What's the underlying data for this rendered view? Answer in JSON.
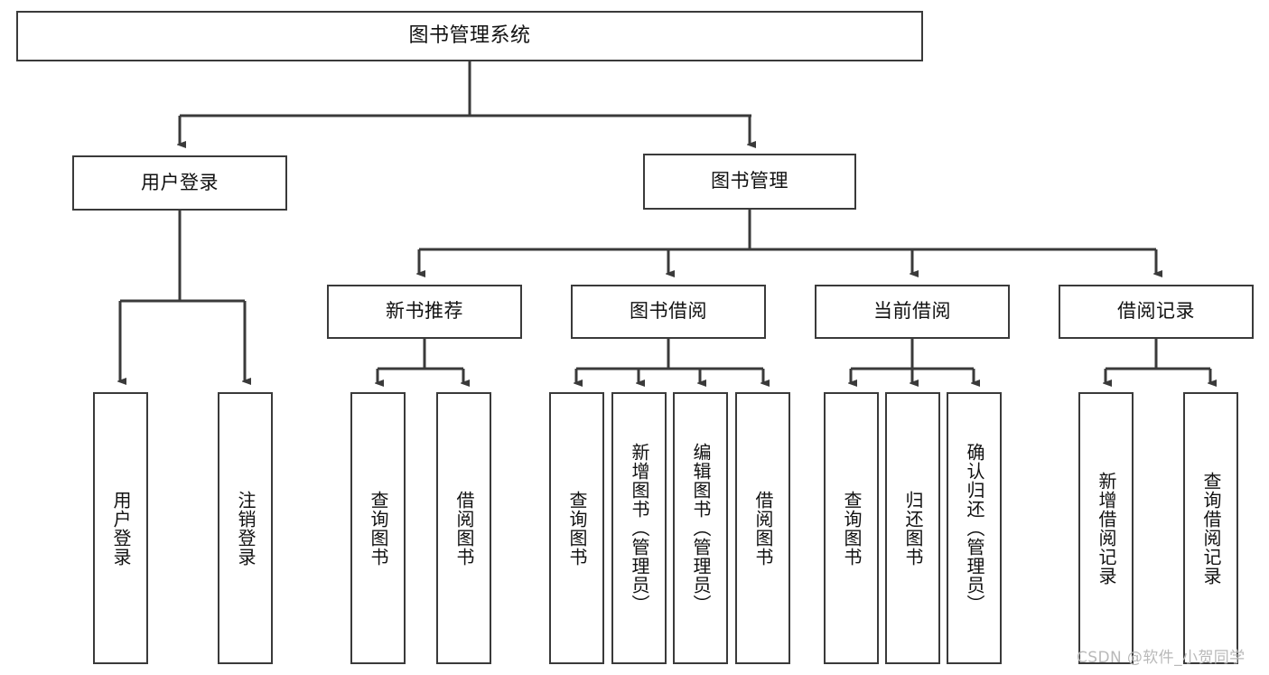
{
  "diagram": {
    "type": "tree-hierarchy-chart",
    "title": "图书管理系统",
    "watermark": "CSDN @软件_小贺同学",
    "colors": {
      "box_border": "#3a3a3a",
      "box_fill": "#ffffff",
      "connector": "#3a3a3a",
      "text": "#111111",
      "watermark": "#b9b9b9",
      "background": "#ffffff"
    },
    "nodes": {
      "root": {
        "label": "图书管理系统",
        "orientation": "horizontal"
      },
      "level2": [
        {
          "label": "用户登录",
          "orientation": "horizontal"
        },
        {
          "label": "图书管理",
          "orientation": "horizontal"
        }
      ],
      "level3": [
        {
          "label": "新书推荐",
          "orientation": "horizontal"
        },
        {
          "label": "图书借阅",
          "orientation": "horizontal"
        },
        {
          "label": "当前借阅",
          "orientation": "horizontal"
        },
        {
          "label": "借阅记录",
          "orientation": "horizontal"
        }
      ],
      "leaves_user_login": [
        {
          "label": "用户登录",
          "orientation": "vertical"
        },
        {
          "label": "注销登录",
          "orientation": "vertical"
        }
      ],
      "leaves_new_books": [
        {
          "label": "查询图书",
          "orientation": "vertical"
        },
        {
          "label": "借阅图书",
          "orientation": "vertical"
        }
      ],
      "leaves_borrow": [
        {
          "label": "查询图书",
          "orientation": "vertical"
        },
        {
          "label": "新增图书（管理员）",
          "orientation": "vertical"
        },
        {
          "label": "编辑图书（管理员）",
          "orientation": "vertical"
        },
        {
          "label": "借阅图书",
          "orientation": "vertical"
        }
      ],
      "leaves_current": [
        {
          "label": "查询图书",
          "orientation": "vertical"
        },
        {
          "label": "归还图书",
          "orientation": "vertical"
        },
        {
          "label": "确认归还（管理员）",
          "orientation": "vertical"
        }
      ],
      "leaves_records": [
        {
          "label": "新增借阅记录",
          "orientation": "vertical"
        },
        {
          "label": "查询借阅记录",
          "orientation": "vertical"
        }
      ]
    }
  }
}
